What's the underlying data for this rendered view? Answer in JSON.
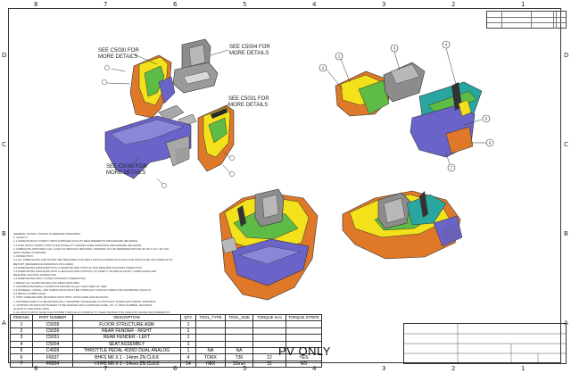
{
  "border": {
    "top_zones": [
      "8",
      "7",
      "6",
      "5",
      "4",
      "3",
      "2",
      "1"
    ],
    "side_zones": [
      "D",
      "C",
      "B",
      "A"
    ]
  },
  "callouts": {
    "c5030": "SEE C5030 FOR\nMORE DETAILS",
    "c5004": "SEE C5004 FOR\nMORE DETAILS",
    "c5031": "SEE C5031 FOR\nMORE DETAILS",
    "c5035": "SEE C5035 FOR\nMORE DETAILS"
  },
  "balloons": [
    "1",
    "2",
    "3",
    "4",
    "5",
    "6",
    "7"
  ],
  "notes": {
    "heading": "GENERAL NOTES: UNLESS OTHERWISE SPECIFIED:",
    "lines": [
      "1.  QUALITY:",
      "    1.1 VENDOR MUST COMPLY WITH SUPPLIER QUALITY REQUIREMENTS PROCEDURE QB-000001",
      "    1.2 PART MUST COMPLY WITH FUNCTIONALITY GRADE & FIRE WORKMAN PROCEDURE QB-000002",
      "2.  FABRICATE PROVIDED CAD, CAAD OF SPECIFIC REVISION, DRAWING IS A 2D REPRESENTATION OF 3D C.A.D. 3D CAD",
      "    MATH MODEL IS MASTER",
      "3.  INSPECTION:",
      "    3.1 ALL DIMENSIONS AND NOTES ARE REQUIRED FOR FIRST ARTICLE INSPECTION (FAI) AND SHOULD BE INCLUDED IN FAI",
      "    REPORT (REFERENCE DRAWINGS INCLUDED).",
      "    3.2 DIMENSIONS INDICATED WITH A DIAMOND ARE CRITICAL AND REQUIRE ONGOING INSPECTION",
      "    3.3 DIMENSIONS INDICATED WITH A HEXAGON ARE CRITICAL TO SAFETY OR REGULATORY COMPLIANCE AND",
      "    REQUIRE ONGOING INSPECTION",
      "    3.4 DIMENSIONS APPLY AFTER FINISHING OPERATIONS",
      "4.  BREAK ALL SHARP EDGES AND REMOVE BURRS",
      "5.  MAXIMUM MATERIAL CONDITION APPLIES ON ALL FEATURES OF SIZE",
      "    5.1 MATERIAL, FINISH, AND FABRICATION MUST BE COMPLIANT WITH EU DIRECTIVE 2015/863/EU (RoHS 3)",
      "    5.2 REACH COMPLIANCE",
      "6.  PART LABELED PER QB-000002 WITH PART, DATE CODE AND REVISION",
      "7.  FINISHED PARTS TO BE INDIVIDUALLY WRAPPED OR BAGGED TO PROTECT SURFACES DURING SHIPMENT",
      "8.  SHIPPING BOXES/CONTAINERS TO BE MARKED WITH SUPPLIER NAME, P.O. #, PART NUMBER, REVISION,",
      "    QUANTITY AND DATE CODE.",
      "9.  ALL BOLTS MUST HAVE THE PROPER TORQUE ACCORDING TO THEIR RESPECTIVE SIZE AND GRADE REQUIREMENTS"
    ]
  },
  "bom": {
    "headers": [
      "ITEM NO.",
      "PART NUMBER",
      "DESCRIPTION",
      "QTY.",
      "TOOL_TYPE",
      "TOOL_SIZE",
      "TORQUE N-m",
      "TORQUE STRIPE"
    ],
    "rows": [
      [
        "1",
        "C5035",
        "FLOOR STRUCTURE ASM",
        "1",
        "",
        "",
        "",
        ""
      ],
      [
        "2",
        "C5030",
        "REAR FENDER - RIGHT",
        "1",
        "",
        "",
        "",
        ""
      ],
      [
        "3",
        "C5031",
        "REAR FENDER - LEFT",
        "1",
        "",
        "",
        "",
        ""
      ],
      [
        "4",
        "C5004",
        "SEAT ASSEMBLY",
        "1",
        "",
        "",
        "",
        ""
      ],
      [
        "5",
        "C4009",
        "THROTTLE PEDAL 4026D DUAL ANALOG",
        "1",
        "NA",
        "NA",
        "",
        ""
      ],
      [
        "6",
        "F6637",
        "BHFS M6 X 1 - 14mm ZN CL8.8",
        "4",
        "TORX",
        "T30",
        "12",
        "YES"
      ],
      [
        "7",
        "F6024",
        "HHFB M6 X 1 - 14mm ZN CL8.8",
        "14",
        "HEX",
        "10mm",
        "11",
        "NO"
      ]
    ]
  },
  "stamp": "PV ONLY",
  "colors": {
    "orange": "#e0782a",
    "yellow": "#f2e11b",
    "green": "#5dbb46",
    "purple": "#6a63c8",
    "gray": "#8c8c8c",
    "teal": "#2aa6a0"
  }
}
